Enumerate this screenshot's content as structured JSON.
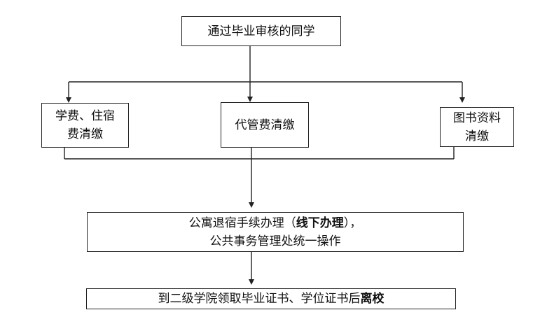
{
  "nodes": {
    "start": "通过毕业审核的同学",
    "fee_dorm": [
      "学费、住宿",
      "费清缴"
    ],
    "agency_fee": "代管费清缴",
    "library": [
      "图书资料",
      "清缴"
    ],
    "checkout": {
      "prefix": "公寓退宿手续办理（",
      "emphasis": "线下办理",
      "suffix": "），",
      "line2": "公共事务管理处统一操作"
    },
    "final": {
      "prefix": "到二级学院领取毕业证书、学位证书后",
      "emphasis": "离校"
    }
  },
  "colors": {
    "line": "#222222",
    "text": "#111111"
  }
}
